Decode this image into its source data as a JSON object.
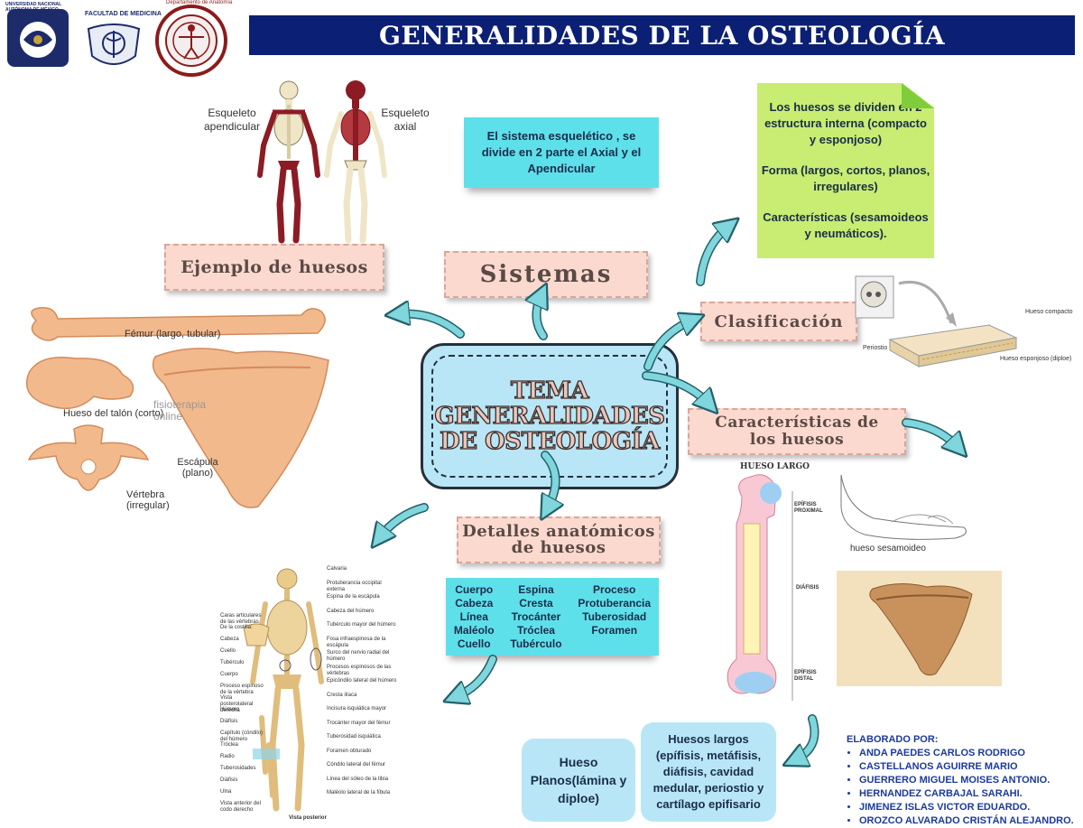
{
  "header": {
    "title": "GENERALIDADES DE LA OSTEOLOGÍA",
    "logo_unam_caption": "UNIVERSIDAD NACIONAL AUTÓNOMA DE MÉXICO",
    "logo_medicina_caption": "FACULTAD DE MEDICINA",
    "logo_anatomia_caption": "Departamento de Anatomía"
  },
  "central": {
    "line1": "TEMA",
    "line2": "GENERALIDADES",
    "line3": "DE OSTEOLOGÍA"
  },
  "labels": {
    "sistemas": "Sistemas",
    "ejemplo": "Ejemplo de huesos",
    "clasificacion": "Clasificación",
    "caracteristicas_1": "Características de",
    "caracteristicas_2": "los huesos",
    "detalles_1": "Detalles anatómicos",
    "detalles_2": "de huesos"
  },
  "sistema_box": "El sistema esquelético , se divide en 2 parte el Axial y el Apendicular",
  "green_box": {
    "p1": "Los huesos se dividen en 2 estructura interna (compacto y esponjoso)",
    "p2": "Forma (largos, cortos, planos, irregulares)",
    "p3": "Características (sesamoideos y neumáticos)."
  },
  "detalles_columns": [
    [
      "Cuerpo",
      "Cabeza",
      "Línea",
      "Maléolo",
      "Cuello"
    ],
    [
      "Espina",
      "Cresta",
      "Trocánter",
      "Tróclea",
      "Tubérculo"
    ],
    [
      "Proceso",
      "Protuberancia",
      "Tuberosidad",
      "Foramen"
    ]
  ],
  "bubbles": {
    "planos": "Hueso Planos(lámina y diploe)",
    "largos": "Huesos largos (epífisis, metáfisis, diáfisis, cavidad medular, periostio y cartílago epifisario"
  },
  "skeleton_labels": {
    "apendicular": "Esqueleto apendicular",
    "axial": "Esqueleto axial"
  },
  "bone_labels": {
    "femur": "Fémur (largo, tubular)",
    "talon": "Hueso del talón (corto)",
    "escapula": "Escápula (plano)",
    "vertebra": "Vértebra (irregular)",
    "watermark": "fisioterapia online"
  },
  "clasif_image": {
    "compacto": "Hueso compacto",
    "periostio": "Periostio",
    "esponjoso": "Hueso esponjoso (diploe)"
  },
  "hueso_largo": {
    "title": "HUESO LARGO",
    "epifisis_proximal": "EPÍFISIS PROXIMAL",
    "diafisis": "DIÁFISIS",
    "epifisis_distal": "EPÍFISIS DISTAL",
    "sesamoideo": "hueso sesamoideo"
  },
  "skeleton_posterior": {
    "labels_right": [
      "Calvaria",
      "Protuberancia occipital externa",
      "Espina de la escápula",
      "Cabeza del húmero",
      "Tubérculo mayor del húmero",
      "Fosa infraespinosa de la escápula",
      "Surco del nervio radial del húmero",
      "Procesos espinosos de las vértebras",
      "Epicóndilo lateral del húmero",
      "Cresta ilíaca",
      "Incisura isquiática mayor",
      "Trocánter mayor del fémur",
      "Tuberosidad isquiática",
      "Foramen obturado",
      "Cóndilo lateral del fémur",
      "Línea del sóleo de la tibia",
      "Maléolo lateral de la fíbula"
    ],
    "labels_left": [
      "Caras articulares de las vértebras",
      "De la costilla:",
      "Cabeza",
      "Cuello",
      "Tubérculo",
      "Cuerpo",
      "Proceso espinoso de la vértebra",
      "Vista posterolateral derecha",
      "Húmero",
      "Diáfisis",
      "Capítulo (cóndilo) del húmero",
      "Tróclea",
      "Radio",
      "Tuberosidades",
      "Diáfisis",
      "Ulna",
      "Vista anterior del codo derecho"
    ],
    "caption": "Vista posterior"
  },
  "credits": {
    "heading": "ELABORADO POR:",
    "names": [
      "ANDA PAEDES CARLOS RODRIGO",
      " CASTELLANOS AGUIRRE MARIO",
      "GUERRERO MIGUEL MOISES ANTONIO.",
      "HERNANDEZ CARBAJAL SARAHI.",
      "JIMENEZ ISLAS VICTOR EDUARDO.",
      "OROZCO ALVARADO CRISTÁN ALEJANDRO."
    ]
  },
  "colors": {
    "header_bg": "#0b1f74",
    "central_bg": "#b8e6f6",
    "pink_label": "#fbd9cf",
    "cyan_box": "#5ee0ea",
    "green_box": "#c9ec72",
    "bone": "#f2b98c",
    "credits_text": "#1b3a9e"
  }
}
